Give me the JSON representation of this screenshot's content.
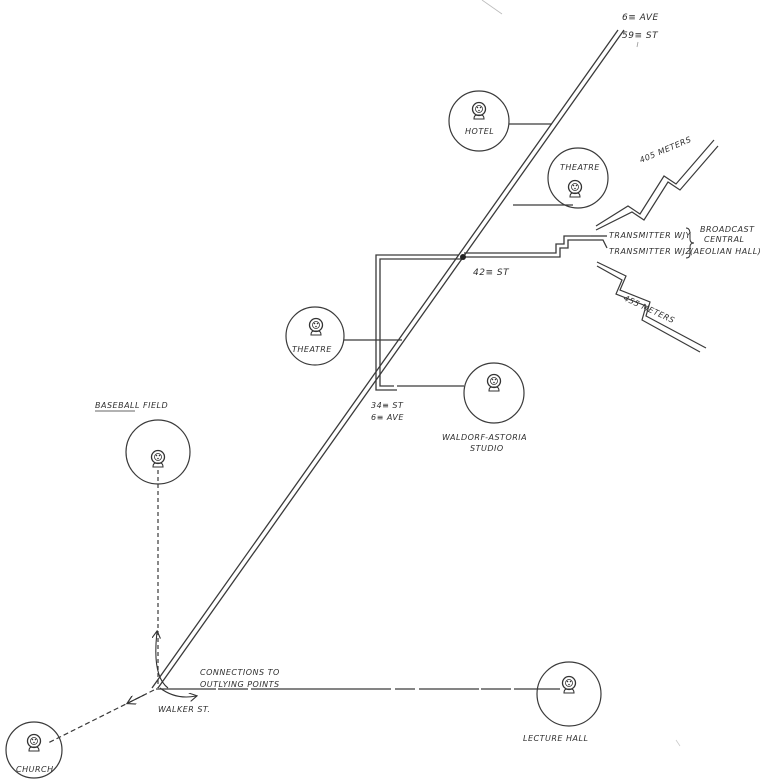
{
  "endpoint": {
    "avenue": "6≡ AVE",
    "street": "59≡ ST"
  },
  "venues": {
    "hotel": "HOTEL",
    "theatre_upper": "THEATRE",
    "theatre_lower": "THEATRE",
    "baseball_field": "BASEBALL FIELD",
    "waldorf_line1": "WALDORF-ASTORIA",
    "waldorf_line2": "STUDIO",
    "lecture_hall": "LECTURE HALL",
    "church": "CHURCH"
  },
  "junctions": {
    "street_42": "42≡ ST",
    "street_34": "34≡ ST",
    "avenue_6": "6≡ AVE",
    "walker": "WALKER ST."
  },
  "transmitters": {
    "wjy": "TRANSMITTER WJY",
    "wjz": "TRANSMITTER WJZ",
    "central_line1": "BROADCAST",
    "central_line2": "CENTRAL",
    "central_line3": "(AEOLIAN HALL)",
    "wave_upper": "405 METERS",
    "wave_lower": "455 METERS"
  },
  "notes": {
    "connections_line1": "CONNECTIONS TO",
    "connections_line2": "OUTLYING POINTS"
  }
}
